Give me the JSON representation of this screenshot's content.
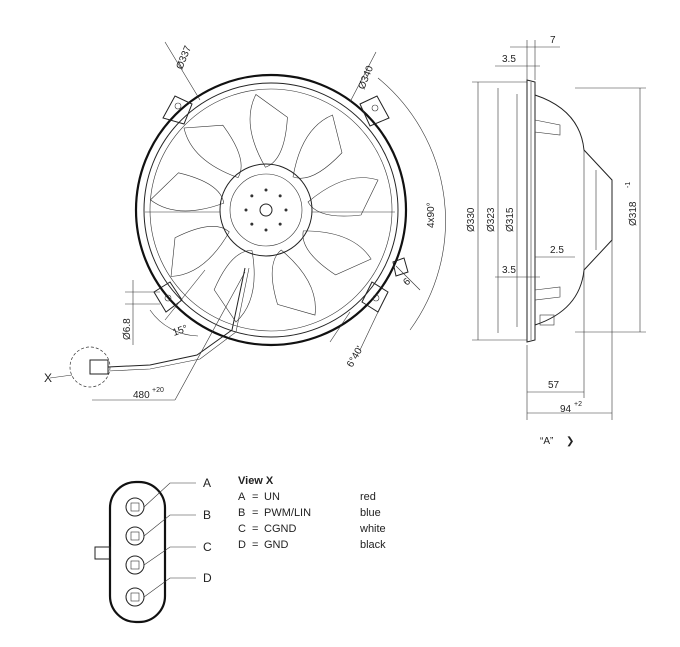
{
  "front_view": {
    "dim_outer": "Ø337",
    "dim_ring": "Ø340",
    "dim_holes": "4x90°",
    "dim_tab": "6",
    "dim_angle_small": "6°40'",
    "dim_angle_15": "15°",
    "dim_hole_dia": "Ø6.8",
    "dim_cable": "480",
    "dim_cable_tol": "+20",
    "detail_marker": "X"
  },
  "side_view": {
    "dim_top_7": "7",
    "dim_top_35": "3.5",
    "dim_330": "Ø330",
    "dim_323": "Ø323",
    "dim_315": "Ø315",
    "dim_318": "Ø318",
    "dim_318_tol": "-1",
    "dim_25": "2.5",
    "dim_mid_35": "3.5",
    "dim_57": "57",
    "dim_94": "94",
    "dim_94_tol": "+2",
    "view_label": "“A”",
    "view_arrow": "❯"
  },
  "connector": {
    "pins": [
      {
        "letter": "A"
      },
      {
        "letter": "B"
      },
      {
        "letter": "C"
      },
      {
        "letter": "D"
      }
    ]
  },
  "legend": {
    "title": "View X",
    "rows": [
      {
        "code": "A",
        "eq": "=",
        "signal": "UN",
        "color": "red"
      },
      {
        "code": "B",
        "eq": "=",
        "signal": "PWM/LIN",
        "color": "blue"
      },
      {
        "code": "C",
        "eq": "=",
        "signal": "CGND",
        "color": "white"
      },
      {
        "code": "D",
        "eq": "=",
        "signal": "GND",
        "color": "black"
      }
    ]
  }
}
